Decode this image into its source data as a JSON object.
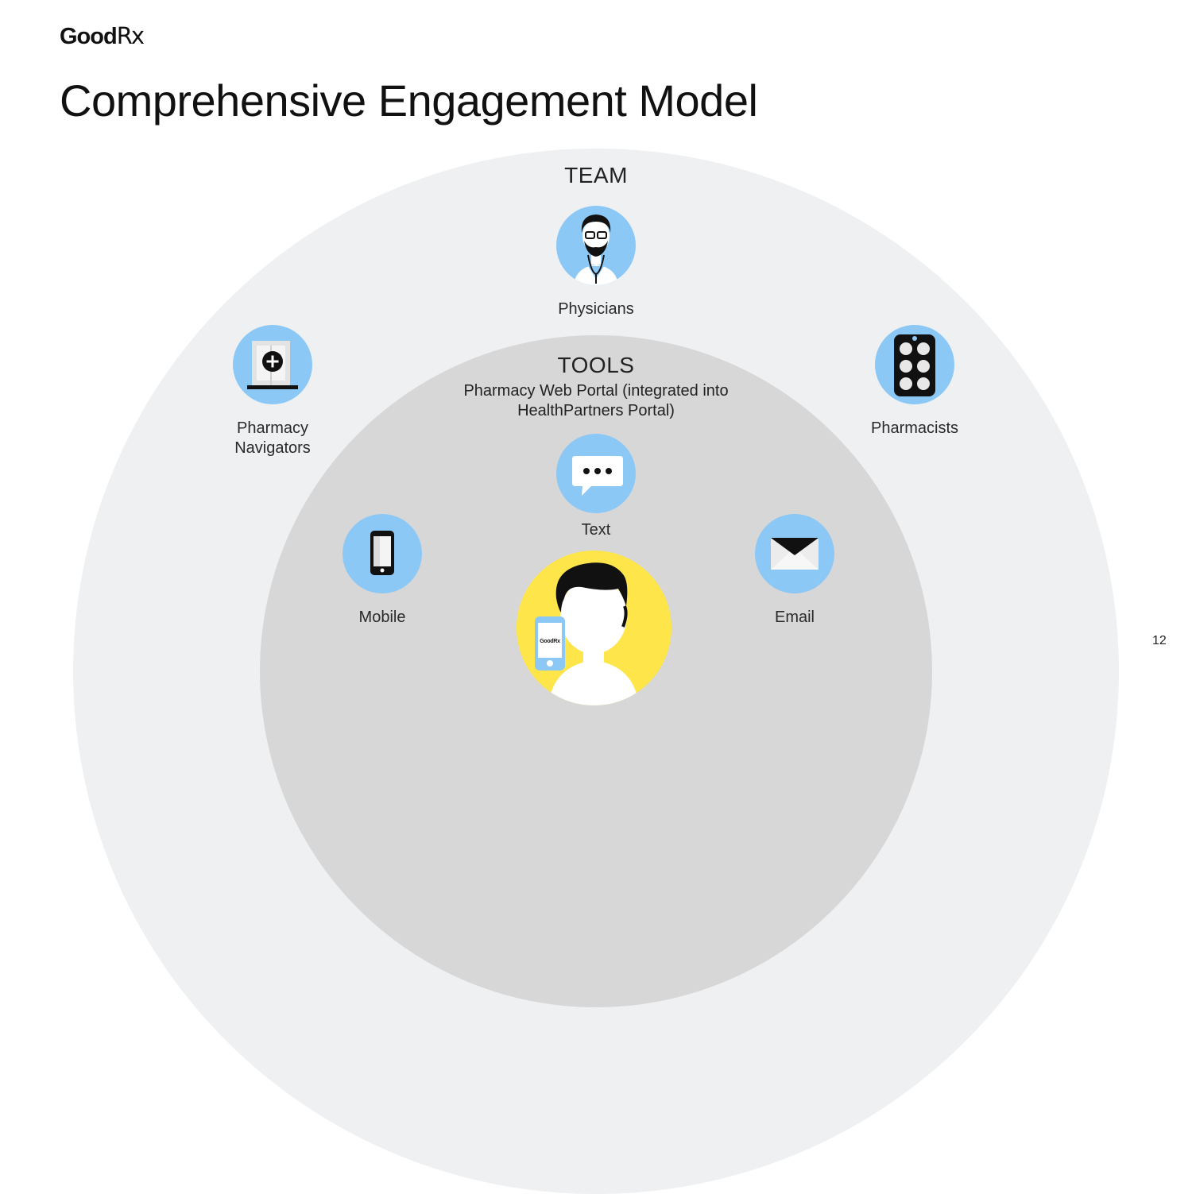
{
  "brand": {
    "logo_word": "Good",
    "logo_rx": "Rx",
    "phone_logo": "GoodRx"
  },
  "slide": {
    "title": "Comprehensive Engagement Model",
    "page_number": "12"
  },
  "team": {
    "heading": "TEAM",
    "members": [
      {
        "label": "Physicians",
        "icon": "physician-icon"
      },
      {
        "label": "Pharmacy Navigators",
        "icon": "pharmacy-building-icon"
      },
      {
        "label": "Pharmacists",
        "icon": "pill-pack-icon"
      }
    ]
  },
  "tools": {
    "heading": "TOOLS",
    "description_line1": "Pharmacy Web Portal (integrated into",
    "description_line2": "HealthPartners Portal)",
    "items": [
      {
        "label": "Text",
        "icon": "chat-bubble-icon"
      },
      {
        "label": "Mobile",
        "icon": "mobile-phone-icon"
      },
      {
        "label": "Email",
        "icon": "envelope-icon"
      }
    ]
  },
  "colors": {
    "outer_ring": "#eef0f2",
    "inner_ring": "#d7d7d7",
    "icon_circle": "#8cc8f5",
    "user_circle": "#fde54a"
  }
}
